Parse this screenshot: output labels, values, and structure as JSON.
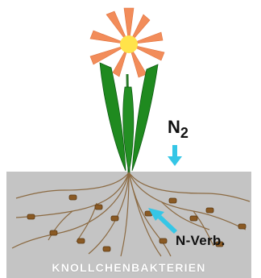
{
  "labels": {
    "gas": "N",
    "gas_subscript": "2",
    "compound": "N-Verb.",
    "caption": "KNOLLCHENBAKTERIEN"
  },
  "colors": {
    "soil": "#c4c4c4",
    "petal": "#f28c5a",
    "flower_center": "#ffe34a",
    "leaf": "#1f8a1f",
    "leaf_dark": "#0d5c12",
    "root": "#8b6a42",
    "nodule": "#8a5a24",
    "arrow": "#35c6e6"
  },
  "icons": [
    "flower-icon",
    "leaf-icon",
    "root-nodule-icon",
    "down-arrow-icon"
  ]
}
